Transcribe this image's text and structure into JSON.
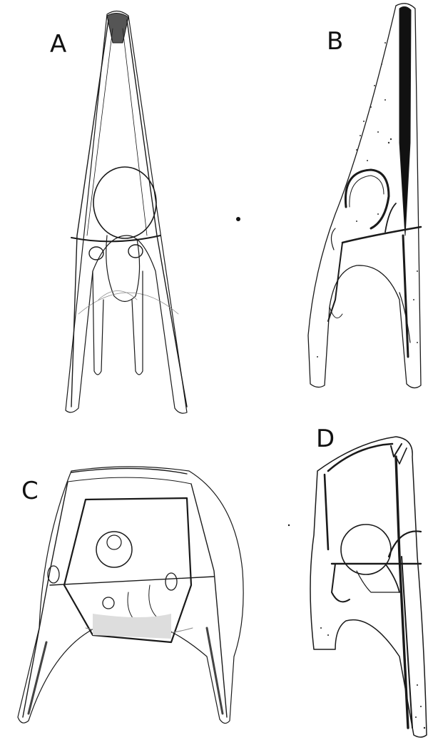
{
  "figure": {
    "panels": [
      {
        "id": "A",
        "label": "A"
      },
      {
        "id": "B",
        "label": "B"
      },
      {
        "id": "C",
        "label": "C"
      },
      {
        "id": "D",
        "label": "D"
      }
    ],
    "colors": {
      "ink": "#1a1a1a",
      "faint": "#888888",
      "background": "#ffffff"
    }
  }
}
